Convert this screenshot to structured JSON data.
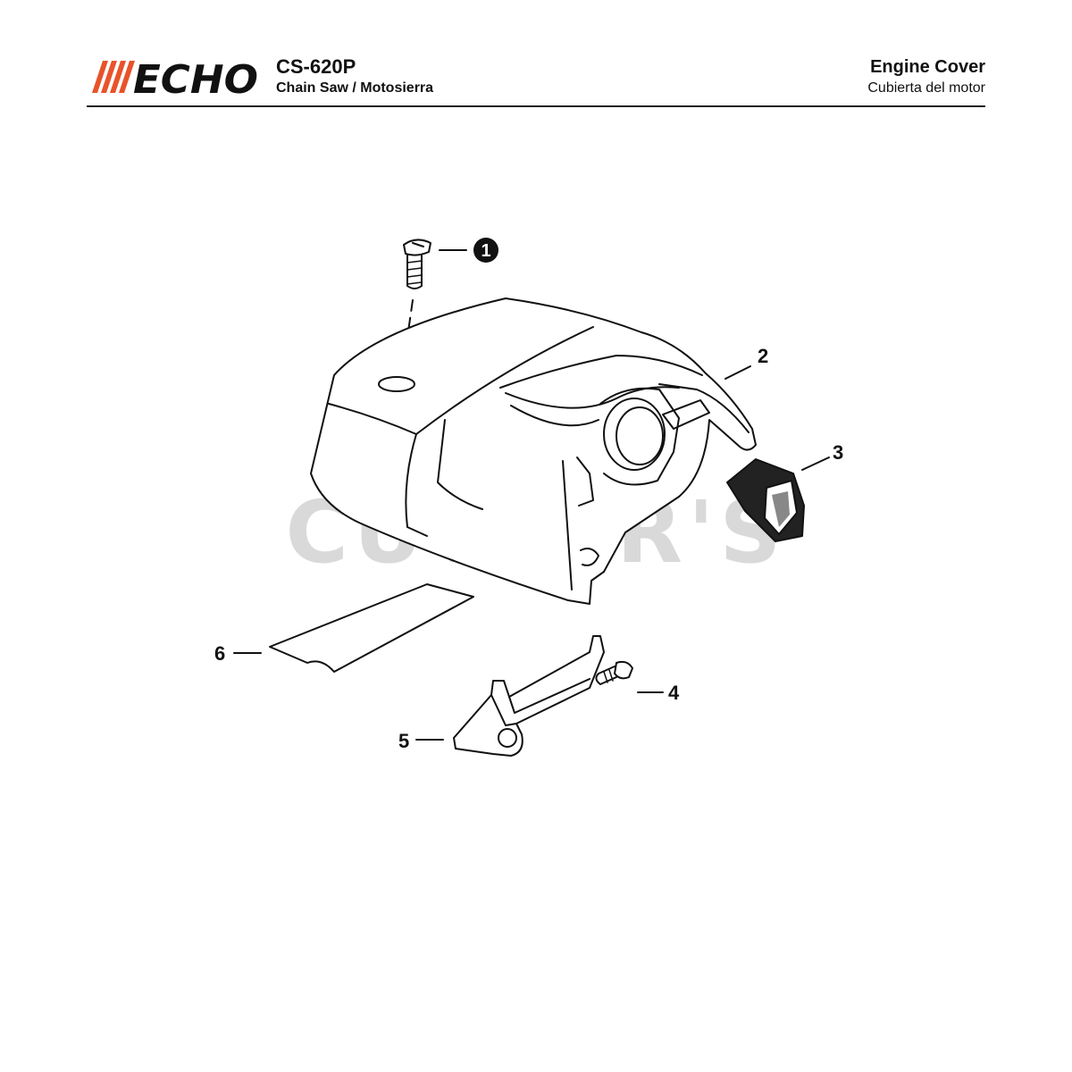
{
  "header": {
    "brand": "ECHO",
    "model": "CS-620P",
    "subtitle": "Chain Saw / Motosierra",
    "section_title": "Engine Cover",
    "section_subtitle": "Cubierta del motor"
  },
  "watermark": "CUTLER'S",
  "callouts": [
    {
      "id": "1",
      "label": "1",
      "style": "filled-circle"
    },
    {
      "id": "2",
      "label": "2"
    },
    {
      "id": "3",
      "label": "3"
    },
    {
      "id": "4",
      "label": "4"
    },
    {
      "id": "5",
      "label": "5"
    },
    {
      "id": "6",
      "label": "6"
    }
  ],
  "colors": {
    "brand_red": "#e8532a",
    "ink": "#111111",
    "watermark": "#d9d9d9"
  }
}
